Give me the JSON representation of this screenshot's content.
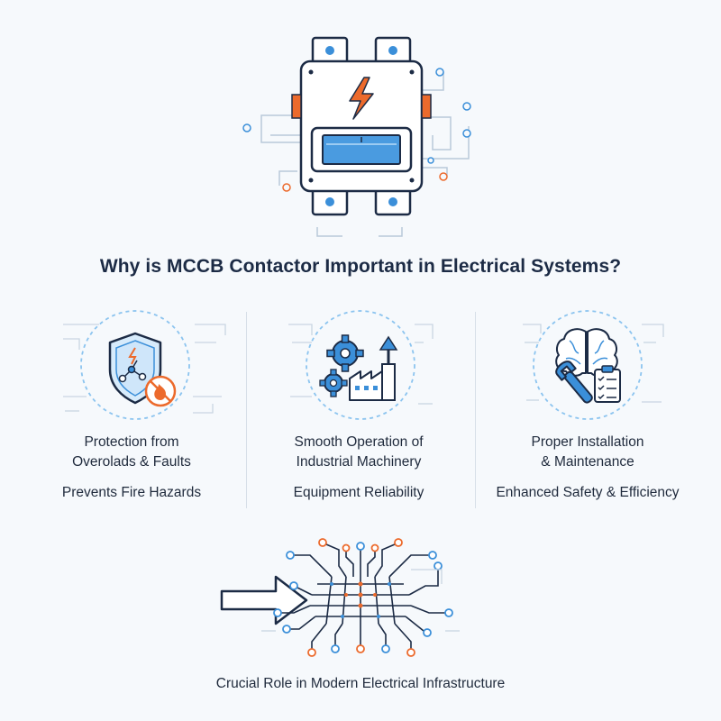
{
  "title": "Why is MCCB Contactor Important in Electrical Systems?",
  "columns": [
    {
      "heading": "Protection from\nOverolads & Faults",
      "sub": "Prevents Fire Hazards",
      "icon": "shield-fire-icon"
    },
    {
      "heading": "Smooth Operation of\nIndustrial Machinery",
      "sub": "Equipment Reliability",
      "icon": "gears-factory-icon"
    },
    {
      "heading": "Proper Installation\n& Maintenance",
      "sub": "Enhanced Safety & Efficiency",
      "icon": "brain-wrench-checklist-icon"
    }
  ],
  "footer": "Crucial Role in Modern Electrical Infrastructure",
  "colors": {
    "navy": "#1c2b45",
    "blue": "#3b8fd9",
    "light_blue": "#8cc4ef",
    "orange": "#ec6a2c",
    "circuit": "#c5d3e2"
  }
}
